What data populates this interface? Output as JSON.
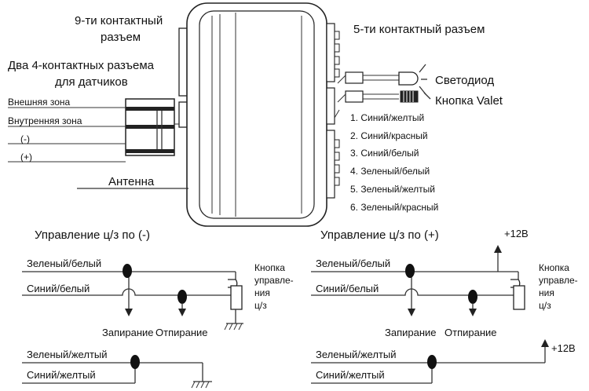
{
  "labels": {
    "nine_pin": [
      "9-ти контактный",
      "разъем"
    ],
    "two_four_pin": [
      "Два  4-контактных разъема",
      "для датчиков"
    ],
    "external_zone": "Внешняя зона",
    "internal_zone": "Внутренняя зона",
    "minus": "(-)",
    "plus": "(+)",
    "antenna": "Антенна",
    "five_pin": "5-ти контактный разъем",
    "led": "Светодиод",
    "valet": "Кнопка Valet",
    "wires": [
      "1. Синий/желтый",
      "2. Синий/красный",
      "3. Синий/белый",
      "4. Зеленый/белый",
      "5. Зеленый/желтый",
      "6. Зеленый/красный"
    ]
  },
  "left_scheme": {
    "title": "Управление ц/з по (-)",
    "green_white": "Зеленый/белый",
    "blue_white": "Синий/белый",
    "button": [
      "Кнопка",
      "управле-",
      "ния",
      "ц/з"
    ],
    "lock": "Запирание",
    "unlock": "Отпирание",
    "green_yellow": "Зеленый/желтый",
    "blue_yellow": "Синий/желтый"
  },
  "right_scheme": {
    "title": "Управление ц/з по (+)",
    "plus12_top": "+12В",
    "green_white": "Зеленый/белый",
    "blue_white": "Синий/белый",
    "button": [
      "Кнопка",
      "управле-",
      "ния",
      "ц/з"
    ],
    "lock": "Запирание",
    "unlock": "Отпирание",
    "green_yellow": "Зеленый/желтый",
    "blue_yellow": "Синий/желтый",
    "plus12_bottom": "+12В"
  }
}
